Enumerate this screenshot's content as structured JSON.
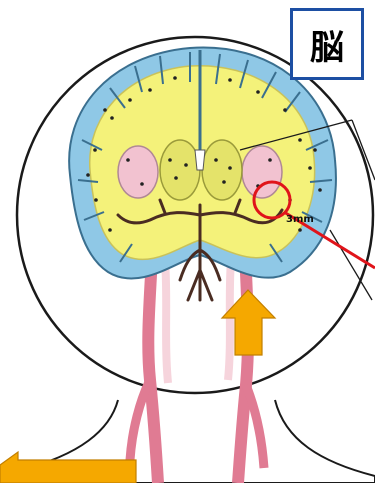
{
  "title": "脳",
  "scale_label": "3mm",
  "colors": {
    "outline": "#1a1a1a",
    "title_border": "#1d4fa3",
    "cortex": "#8fc8e6",
    "white_matter": "#f4f27a",
    "nuclei": "#f2c2d0",
    "artery": "#e07b93",
    "artery_dark": "#b84f6a",
    "vessel_dark": "#4a2c22",
    "highlight": "#e0141a",
    "arrow": "#f5a800",
    "skin": "#ffffff"
  },
  "icons": {
    "up_arrow": "up-arrow-icon",
    "left_arrow": "left-arrow-icon",
    "zoom_circle": "highlight-circle"
  }
}
